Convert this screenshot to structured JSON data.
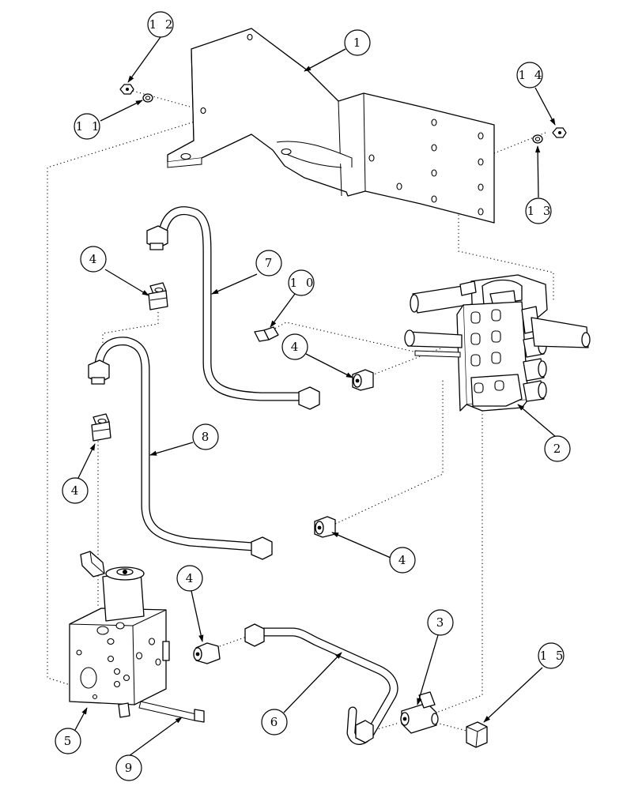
{
  "callouts": [
    {
      "id": "c1",
      "label": "1"
    },
    {
      "id": "c2",
      "label": "2"
    },
    {
      "id": "c3",
      "label": "3"
    },
    {
      "id": "c4a",
      "label": "4"
    },
    {
      "id": "c4b",
      "label": "4"
    },
    {
      "id": "c4c",
      "label": "4"
    },
    {
      "id": "c4d",
      "label": "4"
    },
    {
      "id": "c4e",
      "label": "4"
    },
    {
      "id": "c5",
      "label": "5"
    },
    {
      "id": "c6",
      "label": "6"
    },
    {
      "id": "c7",
      "label": "7"
    },
    {
      "id": "c8",
      "label": "8"
    },
    {
      "id": "c9",
      "label": "9"
    },
    {
      "id": "c10",
      "label": "1 0"
    },
    {
      "id": "c11",
      "label": "1 1"
    },
    {
      "id": "c12",
      "label": "1 2"
    },
    {
      "id": "c13",
      "label": "1 3"
    },
    {
      "id": "c14",
      "label": "1 4"
    },
    {
      "id": "c15",
      "label": "1 5"
    }
  ],
  "colors": {
    "line": "#000000",
    "paper": "#ffffff"
  }
}
